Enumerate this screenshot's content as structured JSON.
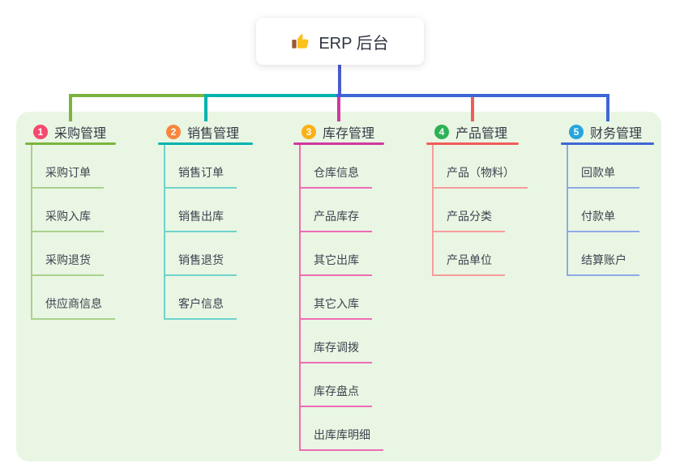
{
  "root": {
    "label": "ERP 后台",
    "icon": "thumbs-up-icon",
    "connector_color": "#4a5ad1"
  },
  "panel": {
    "background": "#e9f6e3"
  },
  "branches": [
    {
      "index": "1",
      "label": "采购管理",
      "badge_color": "#f5496e",
      "line_color": "#7cb43e",
      "child_line_color": "#a9d18c",
      "children": [
        "采购订单",
        "采购入库",
        "采购退货",
        "供应商信息"
      ]
    },
    {
      "index": "2",
      "label": "销售管理",
      "badge_color": "#f9853e",
      "line_color": "#00b3ae",
      "child_line_color": "#6fd3cc",
      "children": [
        "销售订单",
        "销售出库",
        "销售退货",
        "客户信息"
      ]
    },
    {
      "index": "3",
      "label": "库存管理",
      "badge_color": "#fcb017",
      "line_color": "#d038a0",
      "child_line_color": "#ee6cb4",
      "children": [
        "仓库信息",
        "产品库存",
        "其它出库",
        "其它入库",
        "库存调拨",
        "库存盘点",
        "出库库明细"
      ]
    },
    {
      "index": "4",
      "label": "产品管理",
      "badge_color": "#2eb156",
      "line_color": "#f25b5b",
      "child_line_color": "#f89c9c",
      "children": [
        "产品（物料）",
        "产品分类",
        "产品单位"
      ]
    },
    {
      "index": "5",
      "label": "财务管理",
      "badge_color": "#27a5de",
      "line_color": "#3e67d6",
      "child_line_color": "#8fa9e6",
      "children": [
        "回款单",
        "付款单",
        "结算账户"
      ]
    }
  ]
}
